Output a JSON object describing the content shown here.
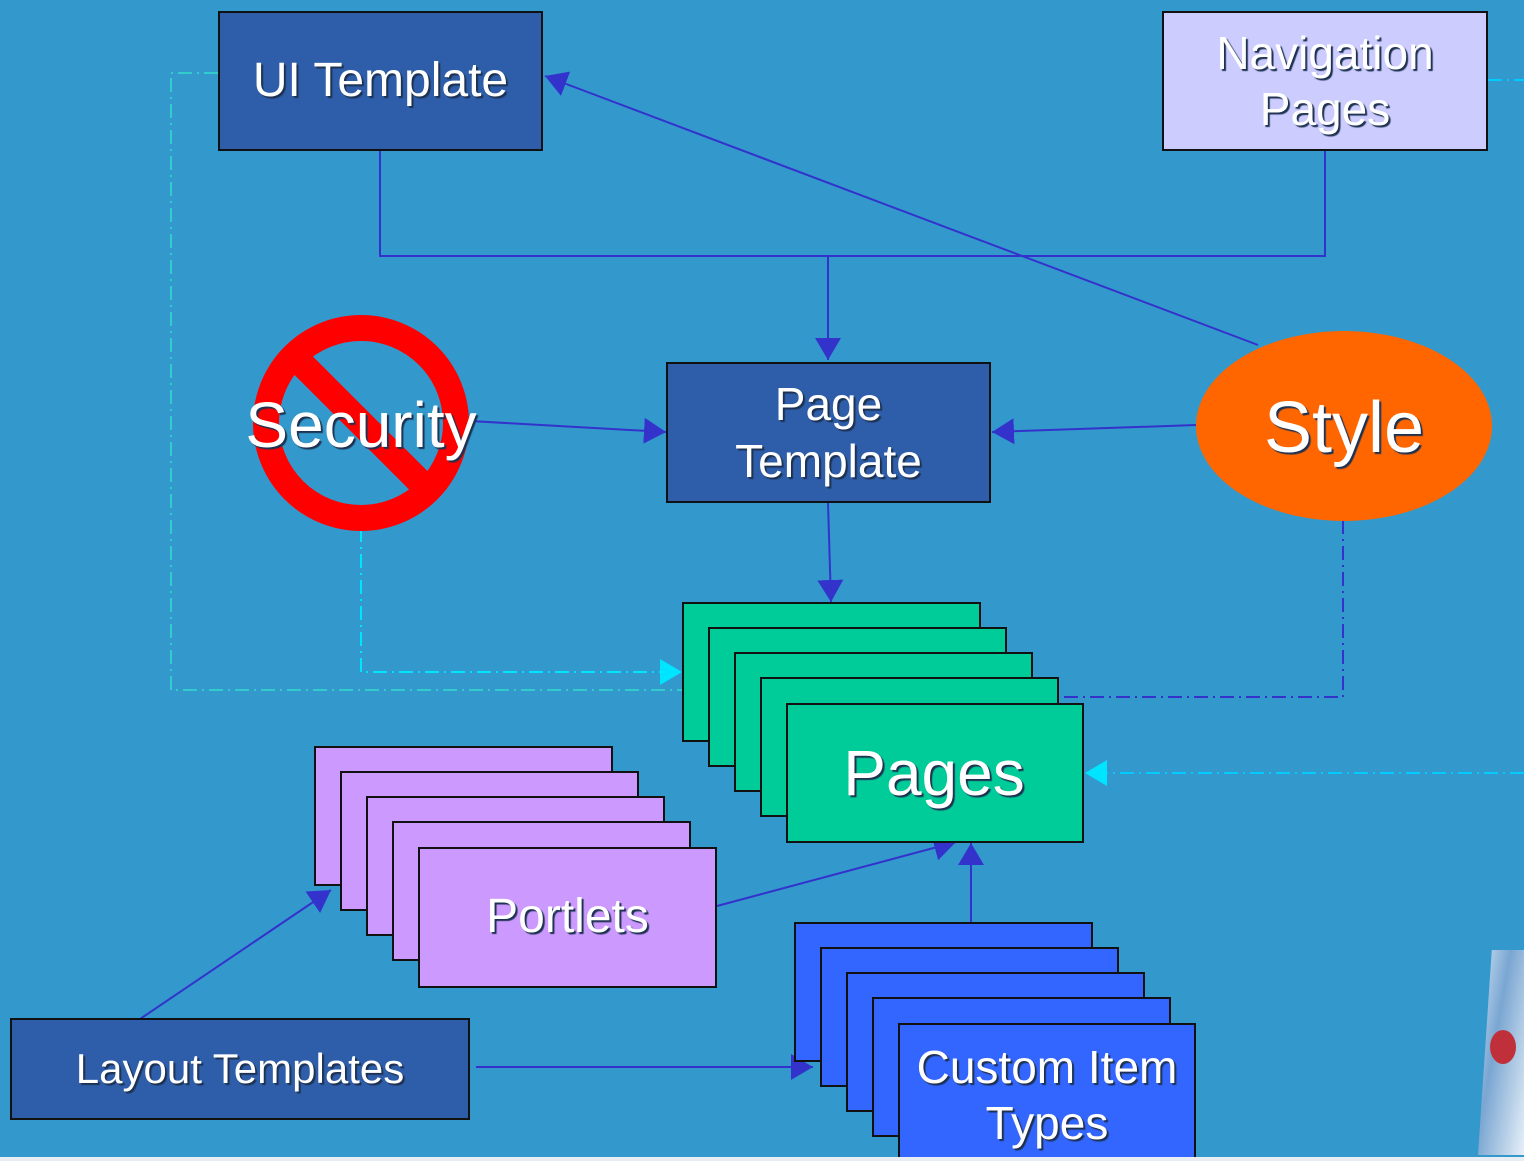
{
  "nodes": {
    "ui_template": "UI Template",
    "navigation_pages": "Navigation\nPages",
    "security": "Security",
    "page_template": "Page\nTemplate",
    "style": "Style",
    "pages": "Pages",
    "portlets": "Portlets",
    "layout_templates": "Layout Templates",
    "custom_item_types": "Custom Item\nTypes"
  },
  "colors": {
    "background": "#3399cc",
    "dark_box": "#2e5eaa",
    "navigation_box": "#ccccff",
    "pages_stack": "#00cc99",
    "portlets_stack": "#cc99ff",
    "custom_types_stack": "#3366ff",
    "style_ellipse": "#ff6600",
    "prohibition_sign": "#ff0000",
    "solid_arrow": "#3333cc",
    "dashed_cyan": "#00ccff",
    "dashed_teal": "#33cccc"
  },
  "icons": {
    "security": "prohibition-sign-icon"
  }
}
